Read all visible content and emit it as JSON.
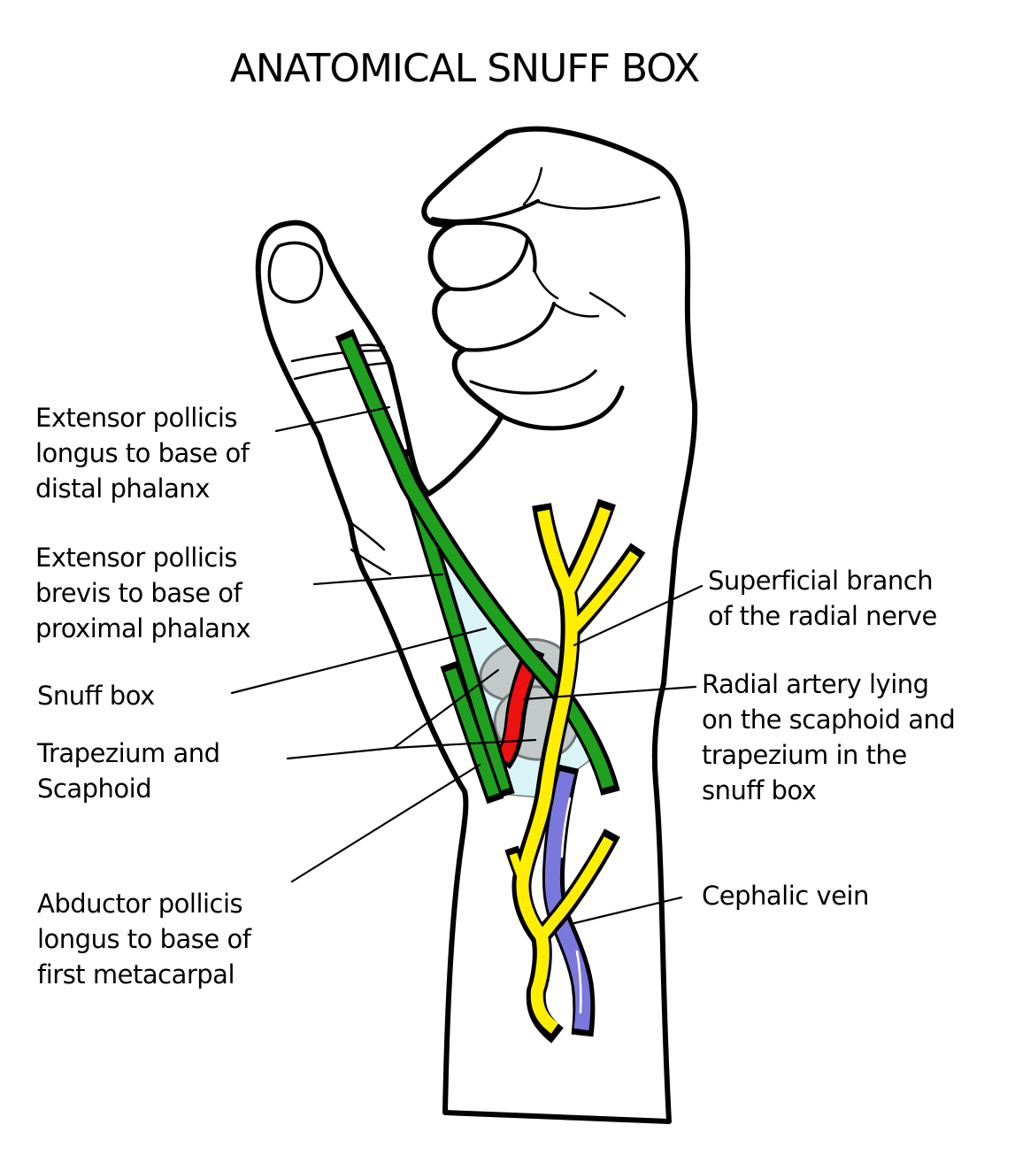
{
  "title": "ANATOMICAL SNUFF BOX",
  "colors": {
    "background": "#ffffff",
    "outline": "#000000",
    "hand_fill": "#ffffff",
    "tendon_green": "#1fa01f",
    "nerve_yellow": "#ffee00",
    "artery_red": "#ee1111",
    "vein_blue": "#7a78dd",
    "vein_highlight": "#ffffff",
    "bone_gray": "#c3c9c9",
    "bone_edge": "#707878",
    "snuffbox_cyan": "#d9f4f7",
    "label_text": "#000000"
  },
  "labels": {
    "epl": "Extensor pollicis\nlongus to base of\ndistal phalanx",
    "epb": "Extensor pollicis\nbrevis to base of\nproximal phalanx",
    "snuffbox": "Snuff box",
    "bones": "Trapezium and\nScaphoid",
    "apl": "Abductor pollicis\nlongus to base of\nfirst metacarpal",
    "nerve": "Superficial branch\nof the radial nerve",
    "artery": "Radial artery lying\non the scaphoid and\ntrapezium in the\nsnuff box",
    "vein": "Cephalic vein"
  }
}
